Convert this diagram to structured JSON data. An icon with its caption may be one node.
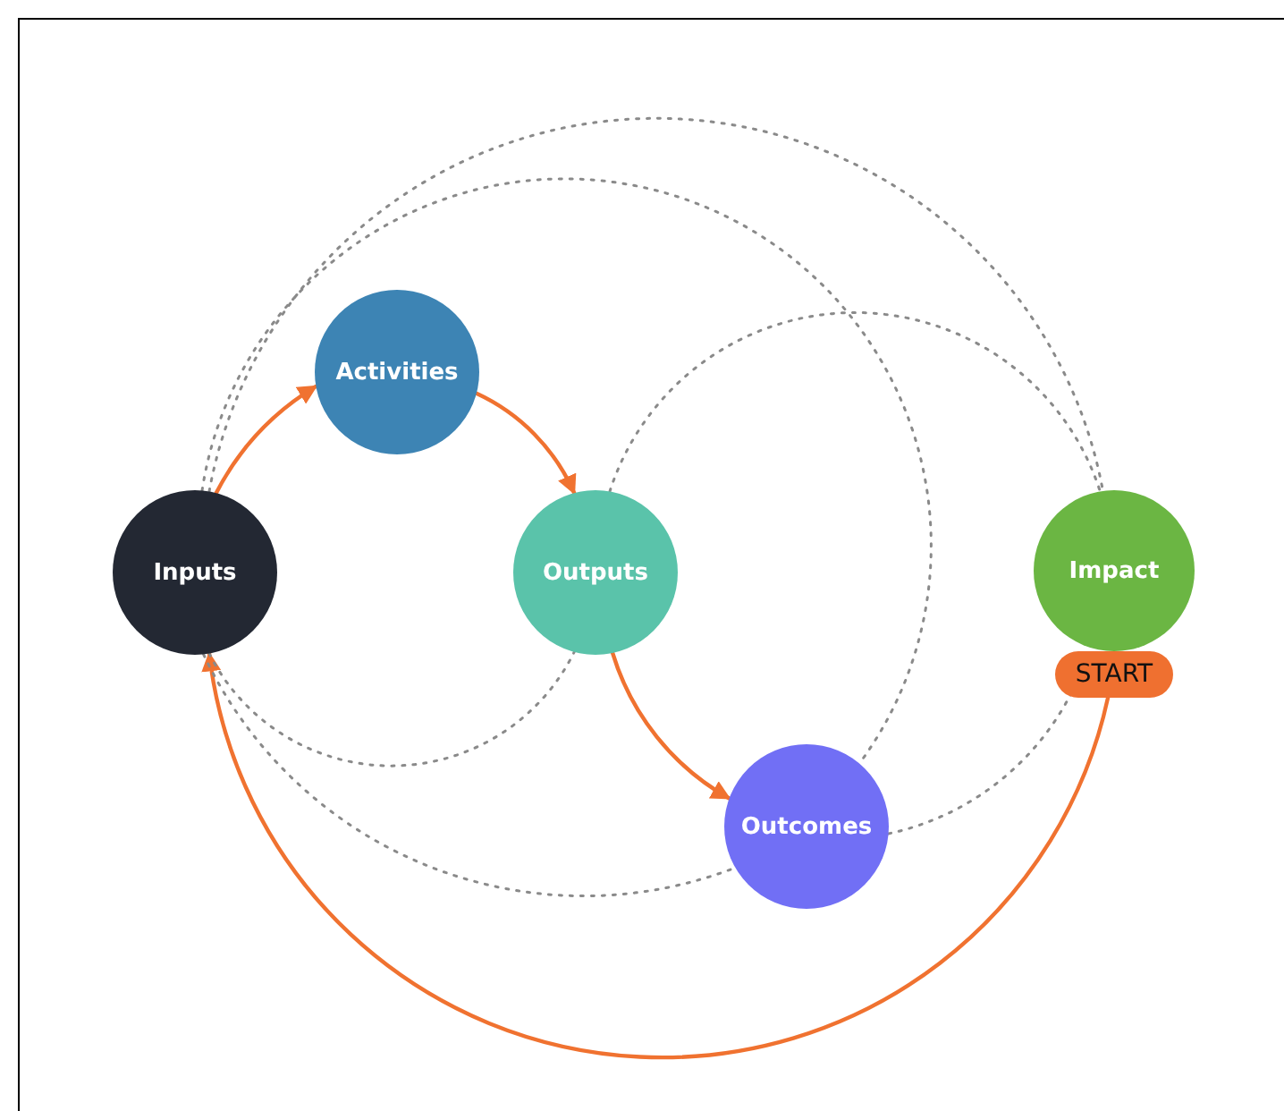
{
  "diagram": {
    "nodes": [
      {
        "text": [
          "Inputs"
        ]
      },
      {
        "text": [
          "Activities"
        ]
      },
      {
        "text": [
          "Outputs"
        ]
      },
      {
        "text": [
          "Outcomes"
        ]
      },
      {
        "text": [
          "Impact"
        ]
      },
      {
        "text": [
          "START"
        ]
      }
    ],
    "edges": [
      {
        "from": 0,
        "to": 1,
        "arrow": "to",
        "color": "#f07230"
      },
      {
        "from": 1,
        "to": 2,
        "arrow": "to",
        "color": "#f07230"
      },
      {
        "from": 2,
        "to": 3,
        "arrow": "to",
        "color": "#f07230"
      },
      {
        "from": 5,
        "to": 0,
        "arrow": "to",
        "color": "#f07230"
      },
      {
        "from": 0,
        "to": 4,
        "arrow": "none",
        "style": "dashed"
      },
      {
        "from": 0,
        "to": 3,
        "arrow": "none",
        "style": "dashed"
      },
      {
        "from": 2,
        "to": 4,
        "arrow": "none",
        "style": "dashed"
      },
      {
        "from": 0,
        "to": 2,
        "arrow": "none",
        "style": "dashed"
      },
      {
        "from": 0,
        "to": 3,
        "arrow": "none",
        "style": "dashed"
      },
      {
        "from": 3,
        "to": 5,
        "arrow": "none",
        "style": "dashed"
      }
    ]
  }
}
